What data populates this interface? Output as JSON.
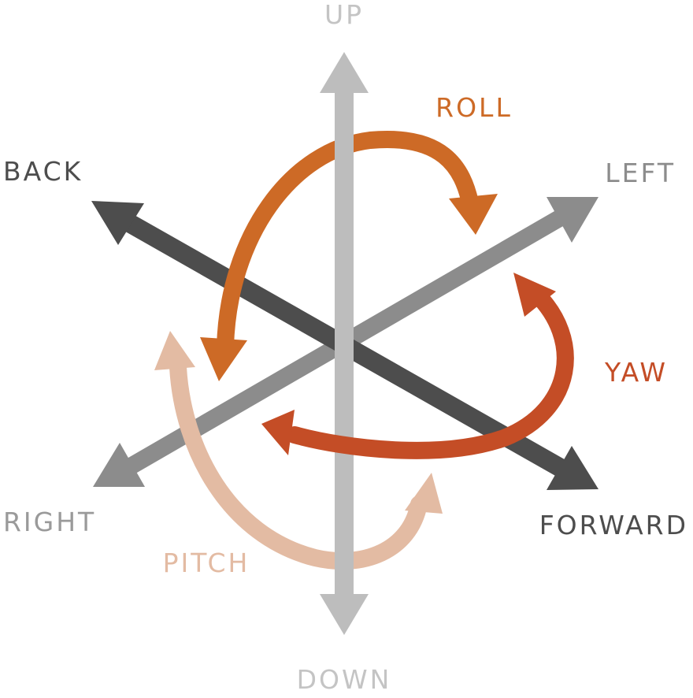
{
  "axes": {
    "up": "UP",
    "down": "DOWN",
    "back": "BACK",
    "forward": "FORWARD",
    "left": "LEFT",
    "right": "RIGHT"
  },
  "rotations": {
    "roll": "ROLL",
    "yaw": "YAW",
    "pitch": "PITCH"
  },
  "colors": {
    "vertical_axis": "#bdbdbd",
    "back_forward_axis": "#4d4d4d",
    "left_right_axis": "#8c8c8c",
    "roll": "#cd6a26",
    "yaw": "#c44d26",
    "pitch": "#e3bba3",
    "left_label": "#8c8c8c",
    "right_label": "#9a9a9a",
    "up_down_label": "#c4c4c4"
  }
}
